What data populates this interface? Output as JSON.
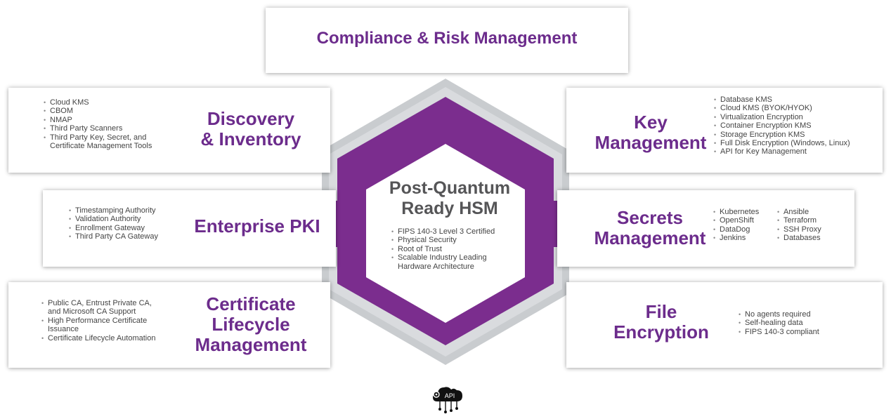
{
  "colors": {
    "purple": "#6c2c8c",
    "hex_purple": "#7b2d8e",
    "gray_frame": "#c9cccf",
    "text_gray": "#555557"
  },
  "compliance": {
    "title": "Compliance & Risk Management"
  },
  "discovery": {
    "title": "Discovery\n& Inventory",
    "items": [
      "Cloud KMS",
      "CBOM",
      "NMAP",
      "Third Party Scanners",
      "Third Party Key, Secret, and\nCertificate Management Tools"
    ]
  },
  "key_management": {
    "title": "Key\nManagement",
    "items": [
      "Database KMS",
      "Cloud KMS (BYOK/HYOK)",
      "Virtualization Encryption",
      "Container Encryption KMS",
      "Storage Encryption KMS",
      "Full Disk Encryption (Windows, Linux)",
      "API for Key Management"
    ]
  },
  "enterprise_pki": {
    "title": "Enterprise PKI",
    "items": [
      "Timestamping Authority",
      "Validation Authority",
      "Enrollment Gateway",
      "Third Party CA Gateway"
    ]
  },
  "secrets": {
    "title": "Secrets\nManagement",
    "col1": [
      "Kubernetes",
      "OpenShift",
      "DataDog",
      "Jenkins"
    ],
    "col2": [
      "Ansible",
      "Terraform",
      "SSH Proxy",
      "Databases"
    ]
  },
  "certificate": {
    "title": "Certificate\nLifecycle\nManagement",
    "items": [
      "Public CA, Entrust Private CA,\nand Microsoft CA Support",
      "High Performance Certificate\nIssuance",
      "Certificate Lifecycle Automation"
    ]
  },
  "file_encryption": {
    "title": "File\nEncryption",
    "items": [
      "No agents required",
      "Self-healing data",
      "FIPS 140-3 compliant"
    ]
  },
  "center": {
    "title": "Post-Quantum\nReady HSM",
    "items": [
      "FIPS 140-3 Level 3 Certified",
      "Physical Security",
      "Root of Trust",
      "Scalable Industry Leading\nHardware Architecture"
    ]
  },
  "api_icon": {
    "icon": "cloud-api-icon",
    "label": "API"
  }
}
